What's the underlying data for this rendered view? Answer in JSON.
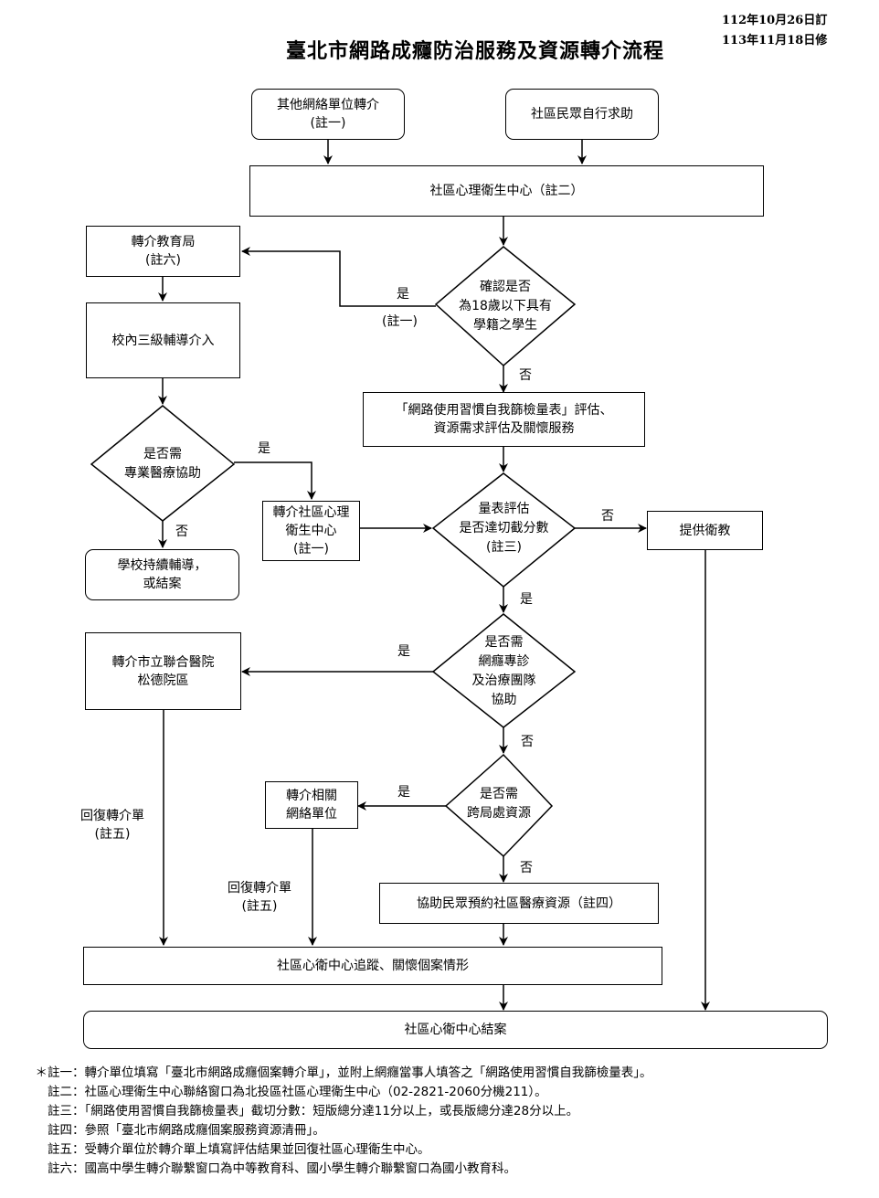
{
  "header": {
    "title": "臺北市網路成癮防治服務及資源轉介流程",
    "date_created": "112年10月26日訂",
    "date_revised": "113年11月18日修"
  },
  "nodes": {
    "other_network_referral": "其他網絡單位轉介\n(註一)",
    "community_self_help": "社區民眾自行求助",
    "community_mh_center": "社區心理衛生中心（註二）",
    "refer_education_bureau": "轉介教育局\n(註六)",
    "school_three_level": "校內三級輔導介入",
    "decision_student": "確認是否\n為18歲以下具有\n學籍之學生",
    "assessment_service": "「網路使用習慣自我篩檢量表」評估、\n資源需求評估及關懷服務",
    "decision_medical": "是否需\n專業醫療協助",
    "refer_community_mh": "轉介社區心理\n衛生中心\n(註一)",
    "decision_cutoff": "量表評估\n是否達切截分數\n(註三)",
    "provide_health_education": "提供衛教",
    "school_continue": "學校持續輔導，\n或結案",
    "refer_songde_hospital": "轉介市立聯合醫院\n松德院區",
    "decision_treatment_team": "是否需\n網癮專診\n及治療團隊\n協助",
    "refer_related_network": "轉介相關\n網絡單位",
    "decision_cross_agency": "是否需\n跨局處資源",
    "assist_booking": "協助民眾預約社區醫療資源（註四）",
    "tracking_care": "社區心衛中心追蹤、關懷個案情形",
    "case_closed": "社區心衛中心結案"
  },
  "edge_labels": {
    "student_yes": "是",
    "student_yes_note": "(註一)",
    "student_no": "否",
    "medical_yes": "是",
    "medical_no": "否",
    "cutoff_no": "否",
    "cutoff_yes": "是",
    "treatment_yes": "是",
    "treatment_no": "否",
    "cross_yes": "是",
    "cross_no": "否",
    "reply_form_left": "回復轉介單\n(註五)",
    "reply_form_mid": "回復轉介單\n(註五)"
  },
  "notes": [
    {
      "mark": "＊",
      "text": "註一：轉介單位填寫「臺北市網路成癮個案轉介單」，並附上網癮當事人填答之「網路使用習慣自我篩檢量表」。"
    },
    {
      "mark": "",
      "text": "註二：社區心理衛生中心聯絡窗口為北投區社區心理衛生中心（02-2821-2060分機211）。"
    },
    {
      "mark": "",
      "text": "註三：「網路使用習慣自我篩檢量表」截切分數：短版總分達11分以上，或長版總分達28分以上。"
    },
    {
      "mark": "",
      "text": "註四：參照「臺北市網路成癮個案服務資源清冊」。"
    },
    {
      "mark": "",
      "text": "註五：受轉介單位於轉介單上填寫評估結果並回復社區心理衛生中心。"
    },
    {
      "mark": "",
      "text": "註六：國高中學生轉介聯繫窗口為中等教育科、國小學生轉介聯繫窗口為國小教育科。"
    }
  ]
}
